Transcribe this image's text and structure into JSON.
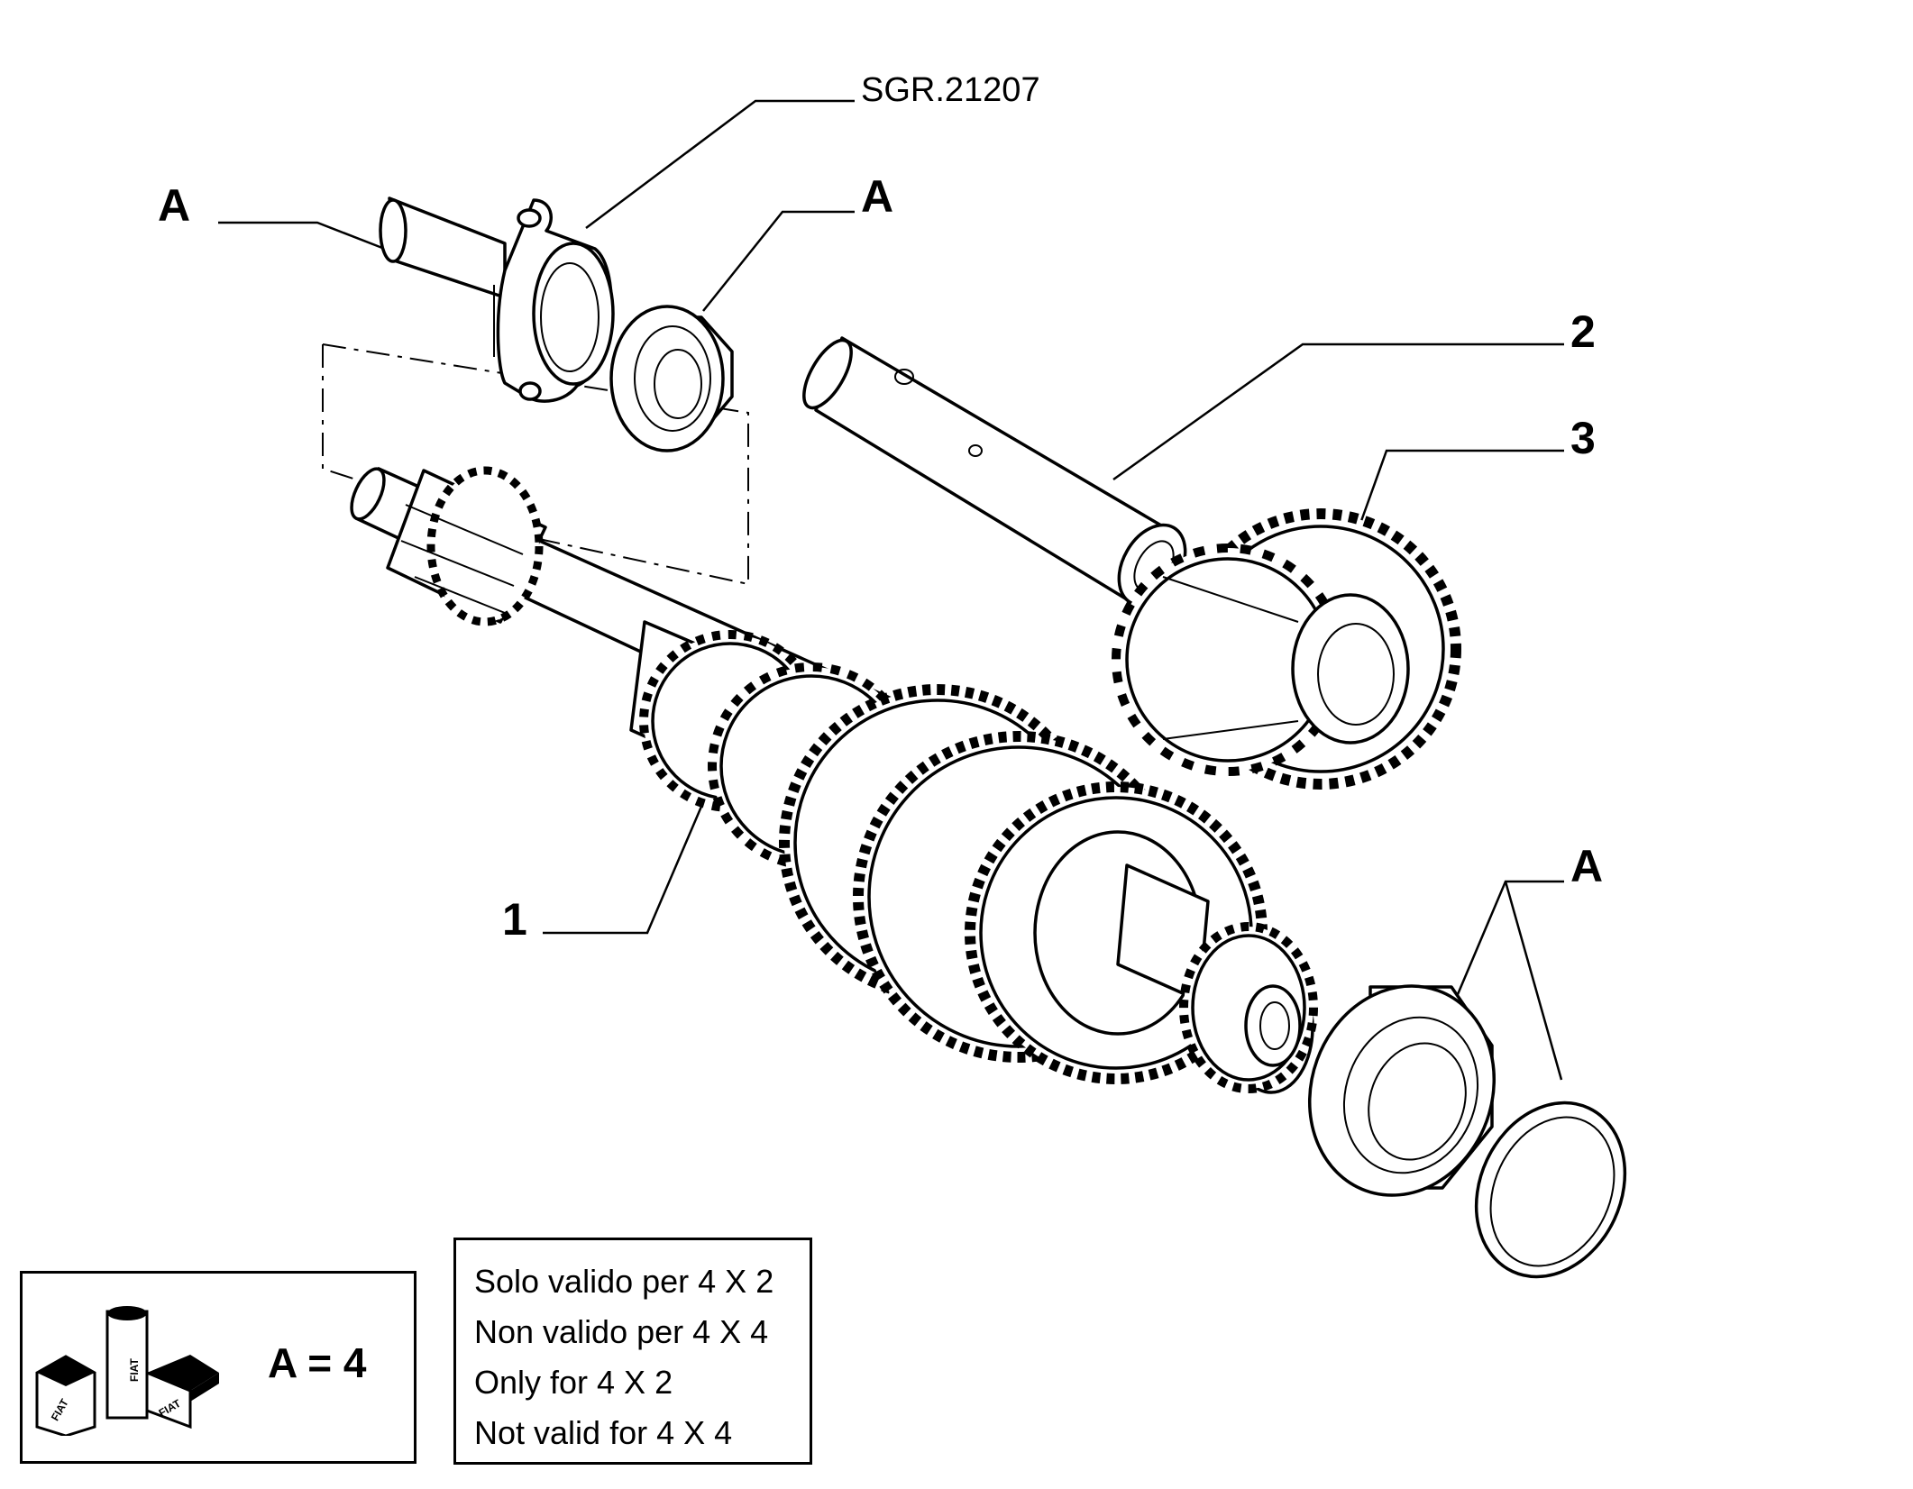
{
  "callouts": {
    "ref_code": "SGR.21207",
    "label_a_left": "A",
    "label_a_top": "A",
    "label_2": "2",
    "label_3": "3",
    "label_1": "1",
    "label_a_right": "A"
  },
  "legend_kit": {
    "brand": "FIAT",
    "formula": "A = 4"
  },
  "legend_note": {
    "lines": [
      "Solo valido per 4 X 2",
      "Non valido per 4 X 4",
      "Only for 4 X 2",
      "Not valid for 4 X 4"
    ]
  }
}
